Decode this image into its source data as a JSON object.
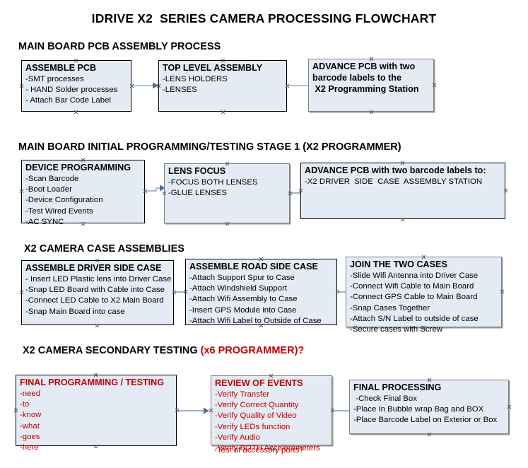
{
  "document": {
    "title": "IDRIVE X2  SERIES CAMERA PROCESSING FLOWCHART",
    "background_color": "#ffffff",
    "box_fill_color": "#e4ebf5",
    "box_border_color": "#000000",
    "shadow_border_color": "#808080",
    "accent_red": "#c00000",
    "arrow_color": "#8faac6"
  },
  "sections": [
    {
      "id": "main-board-pcb-assembly-process",
      "heading": "MAIN BOARD PCB ASSEMBLY PROCESS",
      "heading_red_suffix": "",
      "nodes": [
        {
          "id": "assemble-pcb",
          "title": "ASSEMBLE PCB",
          "lines": [
            "-SMT processes",
            "- HAND Solder processes",
            "- Attach Bar Code Label"
          ],
          "style": "plain"
        },
        {
          "id": "top-level-assembly",
          "title": "TOP LEVEL ASSEMBLY",
          "lines": [
            "-LENS HOLDERS",
            "-LENSES"
          ],
          "style": "plain"
        },
        {
          "id": "advance-pcb-to-programming-station",
          "title": "ADVANCE PCB with two barcode labels to the  X2 Programming Station",
          "lines": [],
          "style": "shadowed"
        }
      ]
    },
    {
      "id": "main-board-initial-programming",
      "heading": "MAIN BOARD INITIAL PROGRAMMING/TESTING STAGE 1 (X2 PROGRAMMER)",
      "heading_red_suffix": "",
      "nodes": [
        {
          "id": "device-programming",
          "title": "DEVICE PROGRAMMING",
          "lines": [
            "-Scan Barcode",
            "-Boot Loader",
            "-Device Configuration",
            "-Test Wired Events",
            "-AC SYNC"
          ],
          "style": "plain"
        },
        {
          "id": "lens-focus",
          "title": "LENS FOCUS",
          "lines": [
            "-FOCUS BOTH LENSES",
            "-GLUE LENSES"
          ],
          "style": "shadowed"
        },
        {
          "id": "advance-pcb-to-driver-side-case",
          "title": "ADVANCE PCB with two barcode labels to:",
          "lines": [
            "-X2 DRIVER  SIDE  CASE  ASSEMBLY STATION"
          ],
          "style": "plain"
        }
      ]
    },
    {
      "id": "x2-camera-case-assemblies",
      "heading": "X2 CAMERA CASE ASSEMBLIES",
      "heading_red_suffix": "",
      "nodes": [
        {
          "id": "assemble-driver-side-case",
          "title": "ASSEMBLE DRIVER SIDE CASE",
          "lines": [
            "- Insert LED Plastic lens into Driver Case",
            "-Snap LED Board with Cable into Case",
            "-Connect LED Cable to X2 Main Board",
            "-Snap Main Board into case"
          ],
          "style": "plain"
        },
        {
          "id": "assemble-road-side-case",
          "title": "ASSEMBLE ROAD SIDE CASE",
          "lines": [
            "-Attach Support Spur to Case",
            "-Attach Windshield Support",
            "-Attach Wifi Assembly to Case",
            "-Insert GPS Module into Case",
            "-Attach Wifi Label to Outside of Case"
          ],
          "style": "plain"
        },
        {
          "id": "join-the-two-cases",
          "title": "JOIN THE TWO CASES",
          "lines": [
            "-Slide Wifi Antenna into Driver Case",
            "-Connect Wifi Cable to Main Board",
            "-Connect GPS Cable to Main Board",
            "-Snap Cases Together",
            "-Attach S/N Label to outside of case",
            "-Secure cases with Screw"
          ],
          "style": "shadowed"
        }
      ]
    },
    {
      "id": "x2-camera-secondary-testing",
      "heading": "X2 CAMERA SECONDARY TESTING ",
      "heading_red_suffix": "(x6 PROGRAMMER)?",
      "nodes": [
        {
          "id": "final-programming-testing",
          "title": "FINAL PROGRAMMING / TESTING",
          "lines": [
            "-need",
            "-to",
            "-know",
            "-what",
            "-goes",
            "-here"
          ],
          "style": "red"
        },
        {
          "id": "review-of-events",
          "title": "REVIEW OF EVENTS",
          "lines": [
            "-Verify Transfer",
            "-Verify Correct Quantity",
            "-Verify Quality of Video",
            "-Verify LEDs function",
            "-Verify Audio",
            "-Verify BOTH Accelerometers"
          ],
          "overflow_line": "-Test of accessory ports?",
          "style": "red-shadowed"
        },
        {
          "id": "final-processing",
          "title": "FINAL PROCESSING",
          "lines": [
            " -Check Final Box",
            "-Place In Bubble wrap Bag and BOX",
            "-Place Barcode Label on Exterior or Box"
          ],
          "style": "shadowed"
        }
      ]
    }
  ],
  "labels": {
    "advance_1_l1": "ADVANCE PCB with two",
    "advance_1_l2": "barcode labels to the",
    "advance_1_l3": " X2 Programming Station"
  }
}
